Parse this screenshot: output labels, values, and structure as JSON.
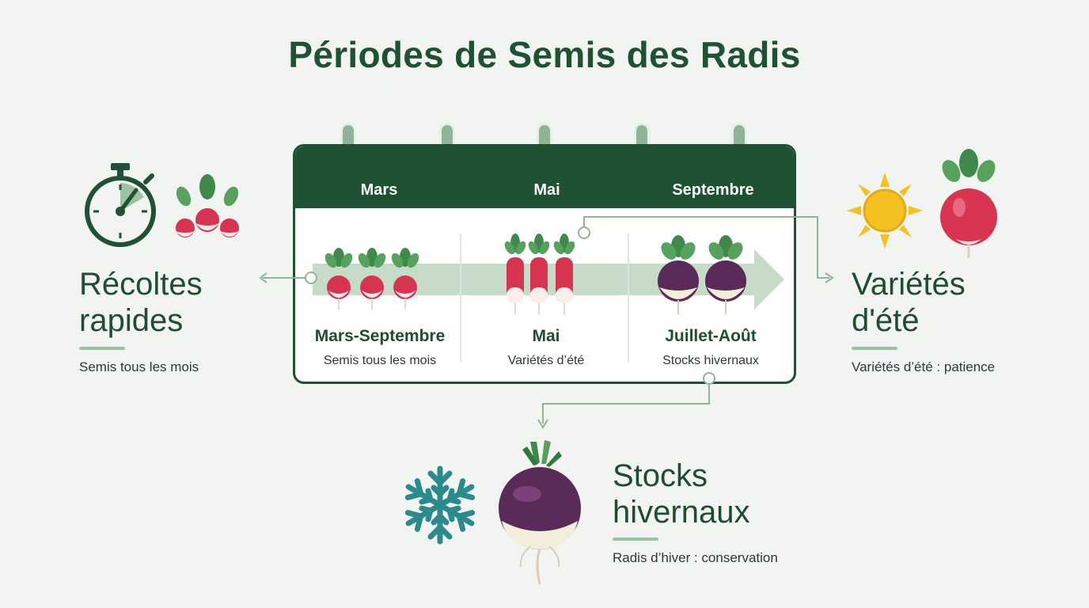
{
  "title": "Périodes de Semis des Radis",
  "calendar": {
    "months": [
      "Mars",
      "Mai",
      "Septembre"
    ],
    "columns": [
      {
        "title": "Mars-Septembre",
        "subtitle": "Semis tous les mois"
      },
      {
        "title": "Mai",
        "subtitle": "Variétés d’été"
      },
      {
        "title": "Juillet-Août",
        "subtitle": "Stocks hivernaux"
      }
    ]
  },
  "left_panel": {
    "heading_line1": "Récoltes",
    "heading_line2": "rapides",
    "caption": "Semis tous les mois",
    "icons": [
      "stopwatch-icon",
      "radish-bunch-icon"
    ]
  },
  "right_panel": {
    "heading_line1": "Variétés",
    "heading_line2": "d'été",
    "caption": "Variétés d’été : patience",
    "icons": [
      "sun-icon",
      "red-radish-icon"
    ]
  },
  "bottom_panel": {
    "heading_line1": "Stocks",
    "heading_line2": "hivernaux",
    "caption": "Radis d’hiver : conservation",
    "icons": [
      "snowflake-icon",
      "winter-radish-icon"
    ]
  },
  "colors": {
    "dark_green": "#1f5233",
    "light_green": "#9cc2a2",
    "radish_red": "#d63450",
    "turnip_purple": "#5a2a58",
    "sun_yellow": "#f4c11f",
    "snow_teal": "#2a8a8c"
  }
}
